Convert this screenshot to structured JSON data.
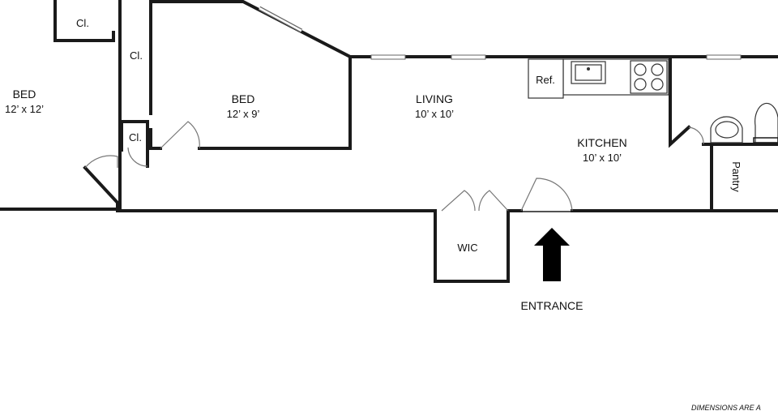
{
  "rooms": {
    "bed1": {
      "name": "BED",
      "dims": "12’ x 12’"
    },
    "bed2": {
      "name": "BED",
      "dims": "12’ x 9’"
    },
    "living": {
      "name": "LIVING",
      "dims": "10’ x 10’"
    },
    "kitchen": {
      "name": "KITCHEN",
      "dims": "10’ x 10’"
    }
  },
  "closets": {
    "cl1": "Cl.",
    "cl2": "Cl.",
    "cl3": "Cl."
  },
  "fixtures": {
    "fridge": "Ref.",
    "pantry": "Pantry",
    "wic": "WIC"
  },
  "entrance": {
    "label": "ENTRANCE"
  },
  "note": "DIMENSIONS ARE A"
}
